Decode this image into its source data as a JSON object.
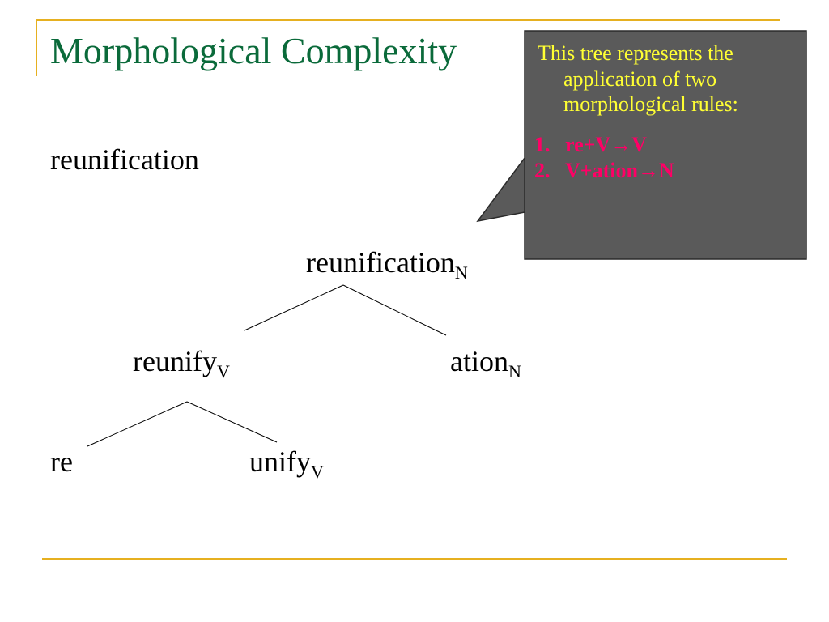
{
  "slide": {
    "title": "Morphological Complexity",
    "word": "reunification"
  },
  "tree": {
    "root": {
      "text": "reunification",
      "category": "N"
    },
    "left": {
      "text": "reunify",
      "category": "V"
    },
    "right": {
      "text": "ation",
      "category": "N"
    },
    "left_left": {
      "text": "re"
    },
    "left_right": {
      "text": "unify",
      "category": "V"
    }
  },
  "callout": {
    "intro": "This tree represents the application of two morphological rules:",
    "rules": [
      {
        "number": "1.",
        "text": "re+V→V"
      },
      {
        "number": "2.",
        "text": "V+ation→N"
      }
    ]
  },
  "colors": {
    "title": "#0a6a3a",
    "frame": "#e6b020",
    "callout_bg": "#5a5a5a",
    "callout_text": "#ffff33",
    "rule_text": "#ff0066"
  }
}
